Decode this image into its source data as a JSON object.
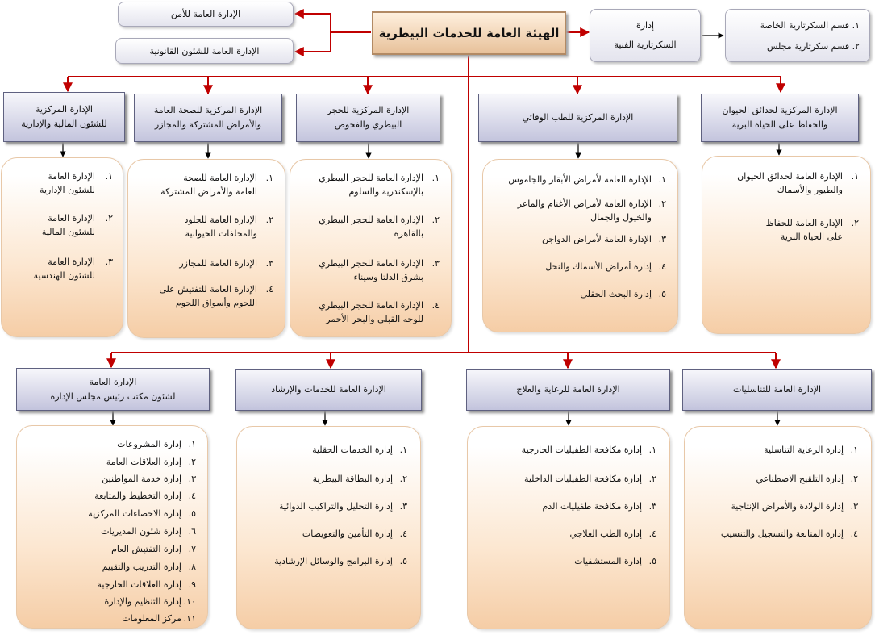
{
  "root": {
    "title": "الهيئة العامة للخدمات البيطرية"
  },
  "top_left": [
    {
      "title": "الإدارة العامة للأمن"
    },
    {
      "title": "الإدارة العامة للشئون القانونية"
    }
  ],
  "technical": {
    "line1": "إدارة",
    "line2": "السكرتارية الفنية"
  },
  "secretariat": {
    "items": [
      {
        "num": "١.",
        "text": "قسم السكرتارية الخاصة"
      },
      {
        "num": "٢.",
        "text": "قسم سكرتارية مجلس"
      }
    ]
  },
  "row1": [
    {
      "title_lines": [
        "الإدارة المركزية لحدائق الحيوان",
        "والحفاظ على الحياة البرية"
      ],
      "items": [
        {
          "num": "١.",
          "lines": [
            "الإدارة العامة لحدائق الحيوان",
            "والطيور والأسماك"
          ]
        },
        {
          "num": "٢.",
          "lines": [
            "الإدارة العامة للحفاظ",
            "على الحياة البرية"
          ]
        }
      ]
    },
    {
      "title_lines": [
        "الإدارة المركزية للطب الوقائي"
      ],
      "items": [
        {
          "num": "١.",
          "lines": [
            "الإدارة العامة لأمراض الأبقار والجاموس"
          ]
        },
        {
          "num": "٢.",
          "lines": [
            "الإدارة العامة لأمراض الأغنام والماعز",
            "والخيول والجمال"
          ]
        },
        {
          "num": "٣.",
          "lines": [
            "الإدارة العامة لأمراض الدواجن"
          ]
        },
        {
          "num": "٤.",
          "lines": [
            "إدارة أمراض الأسماك والنحل"
          ]
        },
        {
          "num": "٥.",
          "lines": [
            "إدارة البحث الحقلي"
          ]
        }
      ]
    },
    {
      "title_lines": [
        "الإدارة المركزية للحجر",
        "البيطري والفحوص"
      ],
      "items": [
        {
          "num": "١.",
          "lines": [
            "الإدارة العامة للحجر البيطري",
            "بالإسكندرية والسلوم"
          ]
        },
        {
          "num": "٢.",
          "lines": [
            "الإدارة العامة للحجر البيطري",
            "بالقاهرة"
          ]
        },
        {
          "num": "٣.",
          "lines": [
            "الإدارة العامة للحجر البيطري",
            "بشرق الدلتا وسيناء"
          ]
        },
        {
          "num": "٤.",
          "lines": [
            "الإدارة العامة للحجر البيطري",
            "للوجه القبلي والبحر الأحمر"
          ]
        }
      ]
    },
    {
      "title_lines": [
        "الإدارة المركزية للصحة العامة",
        "والأمراض المشتركة والمجازر"
      ],
      "items": [
        {
          "num": "١.",
          "lines": [
            "الإدارة العامة للصحة",
            "العامة والأمراض المشتركة"
          ]
        },
        {
          "num": "٢.",
          "lines": [
            "الإدارة العامة للجلود",
            "والمخلفات الحيوانية"
          ]
        },
        {
          "num": "٣.",
          "lines": [
            "الإدارة العامة للمجازر"
          ]
        },
        {
          "num": "٤.",
          "lines": [
            "الإدارة العامة للتفتيش على",
            "اللحوم وأسواق اللحوم"
          ]
        }
      ]
    },
    {
      "title_lines": [
        "الإدارة المركزية",
        "للشئون المالية والإدارية"
      ],
      "items": [
        {
          "num": "١.",
          "lines": [
            "الإدارة العامة",
            "للشئون الإدارية"
          ]
        },
        {
          "num": "٢.",
          "lines": [
            "الإدارة العامة",
            "للشئون المالية"
          ]
        },
        {
          "num": "٣.",
          "lines": [
            "الإدارة العامة",
            "للشئون الهندسية"
          ]
        }
      ]
    }
  ],
  "row2": [
    {
      "title_lines": [
        "الإدارة العامة للتناسليات"
      ],
      "items": [
        {
          "num": "١.",
          "lines": [
            "إدارة الرعاية التناسلية"
          ]
        },
        {
          "num": "٢.",
          "lines": [
            "إدارة التلقيح الاصطناعي"
          ]
        },
        {
          "num": "٣.",
          "lines": [
            "إدارة الولادة والأمراض الإنتاجية"
          ]
        },
        {
          "num": "٤.",
          "lines": [
            "إدارة المتابعة والتسجيل والتنسيب"
          ]
        }
      ]
    },
    {
      "title_lines": [
        "الإدارة العامة للرعاية والعلاج"
      ],
      "items": [
        {
          "num": "١.",
          "lines": [
            "إدارة مكافحة الطفيليات الخارجية"
          ]
        },
        {
          "num": "٢.",
          "lines": [
            "إدارة مكافحة الطفيليات الداخلية"
          ]
        },
        {
          "num": "٣.",
          "lines": [
            "إدارة مكافحة طفيليات الدم"
          ]
        },
        {
          "num": "٤.",
          "lines": [
            "إدارة الطب العلاجي"
          ]
        },
        {
          "num": "٥.",
          "lines": [
            "إدارة المستشفيات"
          ]
        }
      ]
    },
    {
      "title_lines": [
        "الإدارة العامة للخدمات والإرشاد"
      ],
      "items": [
        {
          "num": "١.",
          "lines": [
            "إدارة الخدمات الحقلية"
          ]
        },
        {
          "num": "٢.",
          "lines": [
            "إدارة البطاقة البيطرية"
          ]
        },
        {
          "num": "٣.",
          "lines": [
            "إدارة التحليل والتراكيب الدوائية"
          ]
        },
        {
          "num": "٤.",
          "lines": [
            "إدارة التأمين والتعويضات"
          ]
        },
        {
          "num": "٥.",
          "lines": [
            "إدارة البرامج والوسائل الإرشادية"
          ]
        }
      ]
    },
    {
      "title_lines": [
        "الإدارة العامة",
        "لشئون مكتب رئيس مجلس الإدارة"
      ],
      "items": [
        {
          "num": "١.",
          "lines": [
            "إدارة المشروعات"
          ]
        },
        {
          "num": "٢.",
          "lines": [
            "إدارة العلاقات العامة"
          ]
        },
        {
          "num": "٣.",
          "lines": [
            "إدارة خدمة المواطنين"
          ]
        },
        {
          "num": "٤.",
          "lines": [
            "إدارة التخطيط والمتابعة"
          ]
        },
        {
          "num": "٥.",
          "lines": [
            "إدارة الاحصاءات المركزية"
          ]
        },
        {
          "num": "٦.",
          "lines": [
            "إدارة شئون المديريات"
          ]
        },
        {
          "num": "٧.",
          "lines": [
            "إدارة التفتيش العام"
          ]
        },
        {
          "num": "٨.",
          "lines": [
            "إدارة التدريب والتقييم"
          ]
        },
        {
          "num": "٩.",
          "lines": [
            "إدارة العلاقات الخارجية"
          ]
        },
        {
          "num": "١٠.",
          "lines": [
            "إدارة التنظيم والإدارة"
          ]
        },
        {
          "num": "١١.",
          "lines": [
            "مركز المعلومات"
          ]
        }
      ]
    }
  ]
}
